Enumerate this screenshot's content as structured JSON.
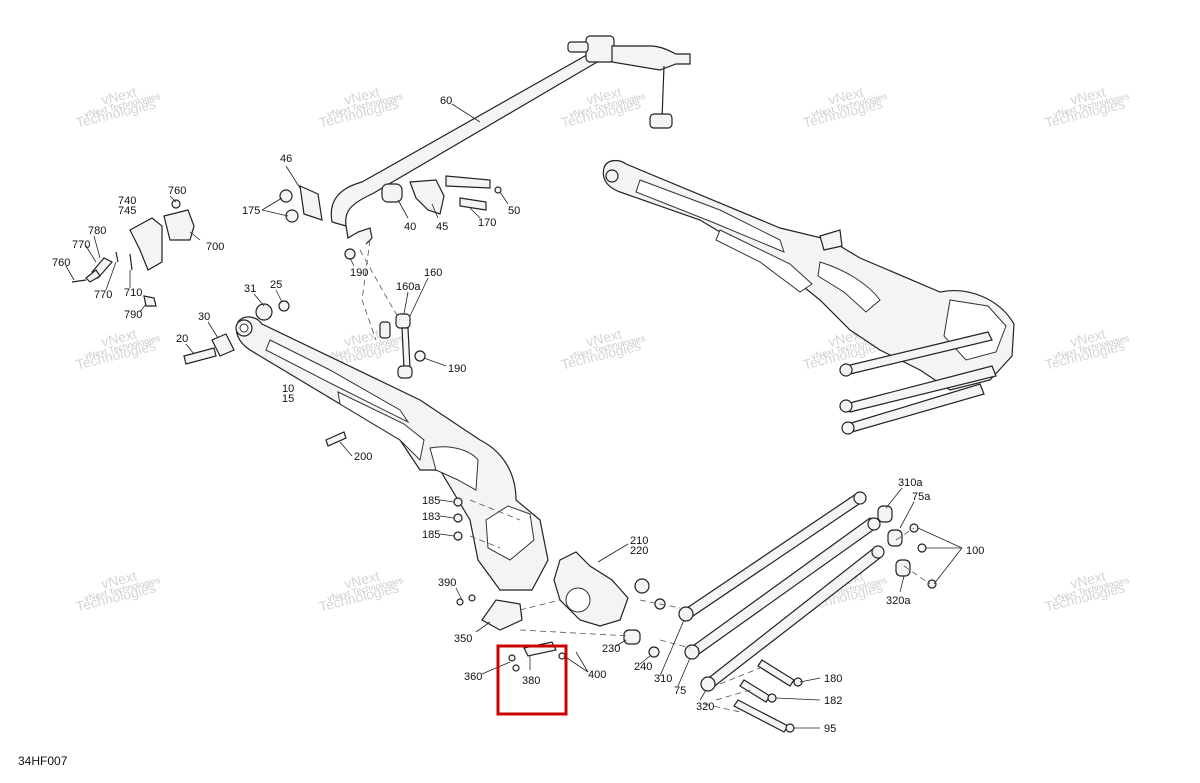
{
  "diagram": {
    "code": "34HF007",
    "highlight_color": "#cc0000"
  },
  "watermark": {
    "line1": "vNext",
    "line2": "Technologies",
    "small": "vNext Technologies"
  },
  "callouts": [
    {
      "id": "60",
      "text": "60"
    },
    {
      "id": "46",
      "text": "46"
    },
    {
      "id": "175",
      "text": "175"
    },
    {
      "id": "40",
      "text": "40"
    },
    {
      "id": "45",
      "text": "45"
    },
    {
      "id": "170",
      "text": "170"
    },
    {
      "id": "50",
      "text": "50"
    },
    {
      "id": "190a",
      "text": "190"
    },
    {
      "id": "760a",
      "text": "760"
    },
    {
      "id": "740",
      "text": "740"
    },
    {
      "id": "745",
      "text": "745"
    },
    {
      "id": "700",
      "text": "700"
    },
    {
      "id": "780",
      "text": "780"
    },
    {
      "id": "770a",
      "text": "770"
    },
    {
      "id": "760b",
      "text": "760"
    },
    {
      "id": "770b",
      "text": "770"
    },
    {
      "id": "710",
      "text": "710"
    },
    {
      "id": "790",
      "text": "790"
    },
    {
      "id": "31",
      "text": "31"
    },
    {
      "id": "25",
      "text": "25"
    },
    {
      "id": "30",
      "text": "30"
    },
    {
      "id": "20",
      "text": "20"
    },
    {
      "id": "160a",
      "text": "160a"
    },
    {
      "id": "160",
      "text": "160"
    },
    {
      "id": "190b",
      "text": "190"
    },
    {
      "id": "10",
      "text": "10"
    },
    {
      "id": "15",
      "text": "15"
    },
    {
      "id": "200",
      "text": "200"
    },
    {
      "id": "185a",
      "text": "185"
    },
    {
      "id": "183",
      "text": "183"
    },
    {
      "id": "185b",
      "text": "185"
    },
    {
      "id": "210",
      "text": "210"
    },
    {
      "id": "220",
      "text": "220"
    },
    {
      "id": "390",
      "text": "390"
    },
    {
      "id": "350",
      "text": "350"
    },
    {
      "id": "360",
      "text": "360"
    },
    {
      "id": "380",
      "text": "380"
    },
    {
      "id": "400",
      "text": "400"
    },
    {
      "id": "230",
      "text": "230"
    },
    {
      "id": "240",
      "text": "240"
    },
    {
      "id": "310",
      "text": "310"
    },
    {
      "id": "75",
      "text": "75"
    },
    {
      "id": "320",
      "text": "320"
    },
    {
      "id": "310a",
      "text": "310a"
    },
    {
      "id": "75a",
      "text": "75a"
    },
    {
      "id": "100",
      "text": "100"
    },
    {
      "id": "320a",
      "text": "320a"
    },
    {
      "id": "180",
      "text": "180"
    },
    {
      "id": "182",
      "text": "182"
    },
    {
      "id": "95",
      "text": "95"
    }
  ]
}
